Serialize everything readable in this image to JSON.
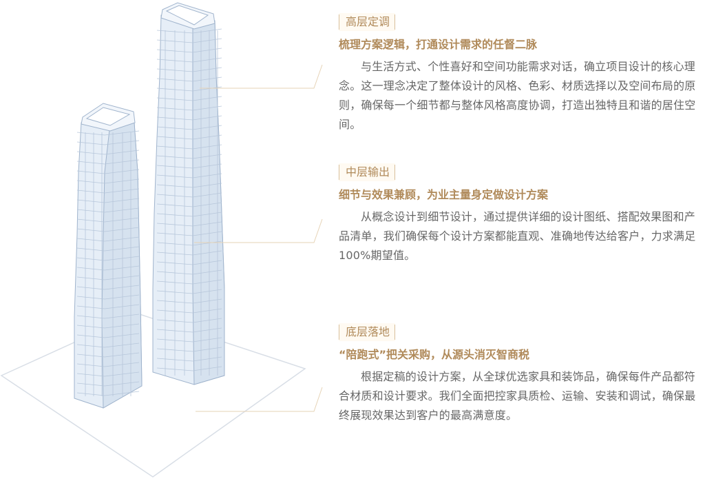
{
  "sections": [
    {
      "tag": "高层定调",
      "heading": "梳理方案逻辑，打通设计需求的任督二脉",
      "body": "与生活方式、个性喜好和空间功能需求对话，确立项目设计的核心理念。这一理念决定了整体设计的风格、色彩、材质选择以及空间布局的原则，确保每一个细节都与整体风格高度协调，打造出独特且和谐的居住空间。"
    },
    {
      "tag": "中层输出",
      "heading": "细节与效果兼顾，为业主量身定做设计方案",
      "body": "从概念设计到细节设计，通过提供详细的设计图纸、搭配效果图和产品清单，我们确保每个设计方案都能直观、准确地传达给客户，力求满足100%期望值。"
    },
    {
      "tag": "底层落地",
      "heading": "“陪跑式”把关采购，从源头消灭智商税",
      "body": "根据定稿的设计方案，从全球优选家具和装饰品，确保每件产品都符合材质和设计要求。我们全面把控家具质检、运输、安装和调试，确保最终展现效果达到客户的最高满意度。"
    }
  ],
  "colors": {
    "accent": "#b08a5a",
    "accent_line": "#d8bf9a",
    "text": "#666666",
    "glass": "#e3ecf6",
    "frame": "#a9b9cf"
  },
  "illustration": {
    "icon": "skyscraper-towers-illustration"
  }
}
